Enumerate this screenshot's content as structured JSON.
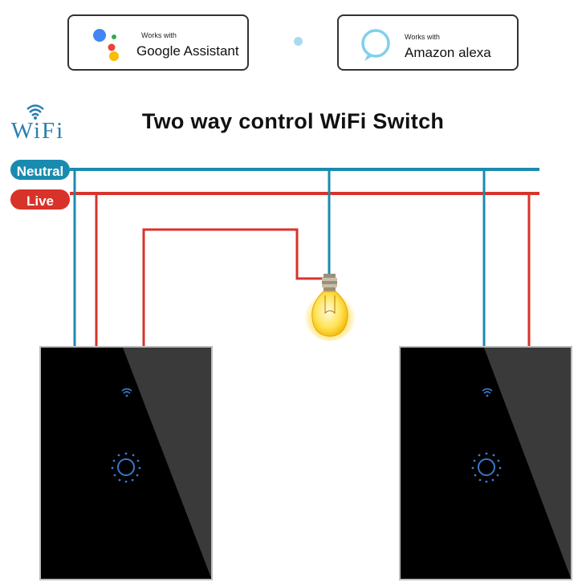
{
  "badges": {
    "google": {
      "small": "Works with",
      "big": "Google Assistant"
    },
    "alexa": {
      "small": "Works with",
      "big": "Amazon alexa"
    }
  },
  "title": "Two way control WiFi Switch",
  "wifi_logo": {
    "text": "WiFi"
  },
  "labels": {
    "neutral": "Neutral",
    "live": "Live"
  },
  "colors": {
    "neutral": "#1a8bb0",
    "live": "#d8332a",
    "panel": "#000000",
    "panel_gloss": "#3a3a3a",
    "indicator": "#3a78c8",
    "bulb": "#ffd530"
  },
  "icons": {
    "google_dots": "google-assistant-icon",
    "alexa_ring": "alexa-icon",
    "bulb": "light-bulb-icon",
    "wifi": "wifi-icon",
    "touch": "touch-button-icon"
  }
}
